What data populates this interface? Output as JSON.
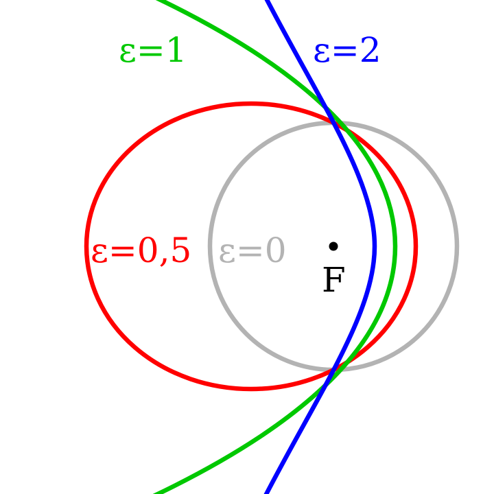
{
  "diagram": {
    "focus": {
      "label": "F",
      "color": "#000000"
    },
    "curves": [
      {
        "eccentricity": 0,
        "label": "ε=0",
        "color": "#b3b3b3"
      },
      {
        "eccentricity": 0.5,
        "label": "ε=0,5",
        "color": "#ff0000"
      },
      {
        "eccentricity": 1,
        "label": "ε=1",
        "color": "#00c800"
      },
      {
        "eccentricity": 2,
        "label": "ε=2",
        "color": "#0000ff"
      }
    ]
  }
}
